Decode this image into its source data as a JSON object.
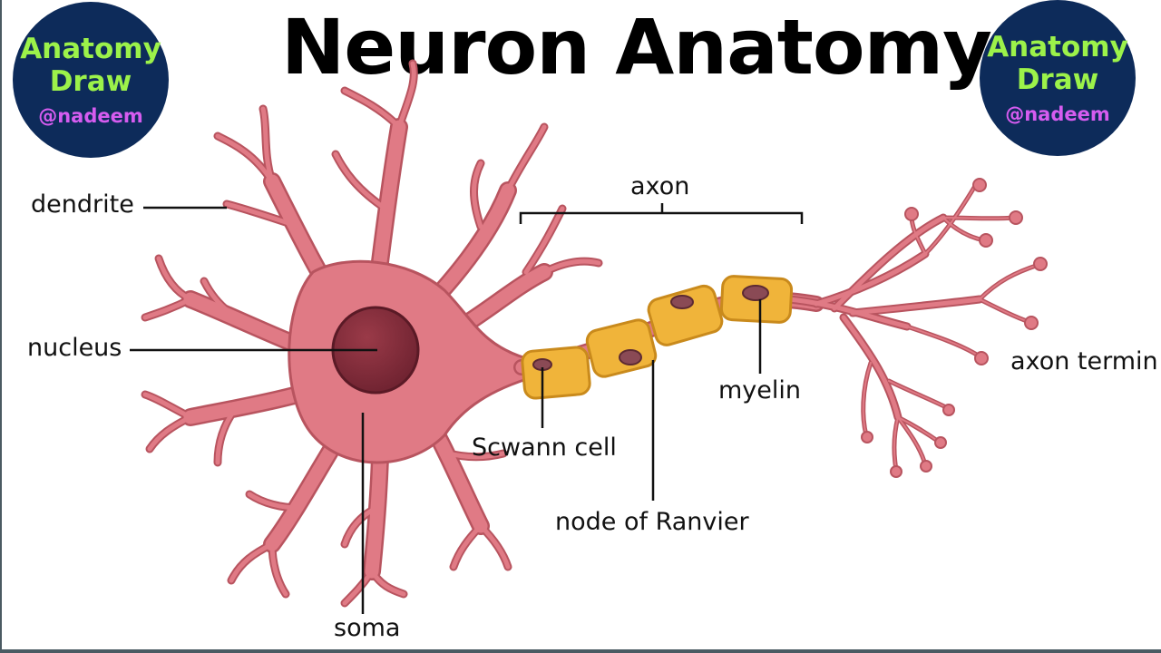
{
  "title": "Neuron Anatomy",
  "badge": {
    "line1": "Anatomy",
    "line2": "Draw",
    "handle": "@nadeem"
  },
  "labels": {
    "dendrite": "dendrite",
    "nucleus": "nucleus",
    "soma": "soma",
    "axon": "axon",
    "schwann_cell": "Scwann cell",
    "node_of_ranvier": "node of Ranvier",
    "myelin": "myelin",
    "axon_terminal": "axon termin"
  },
  "colors": {
    "neuron_fill": "#e07a85",
    "neuron_stroke": "#b8545f",
    "nucleus": "#7a2a36",
    "myelin_fill": "#f0b43a",
    "myelin_stroke": "#c98a1c",
    "badge_bg": "#0d2b5a",
    "badge_text": "#9cf24a",
    "badge_handle": "#d65cf0"
  }
}
